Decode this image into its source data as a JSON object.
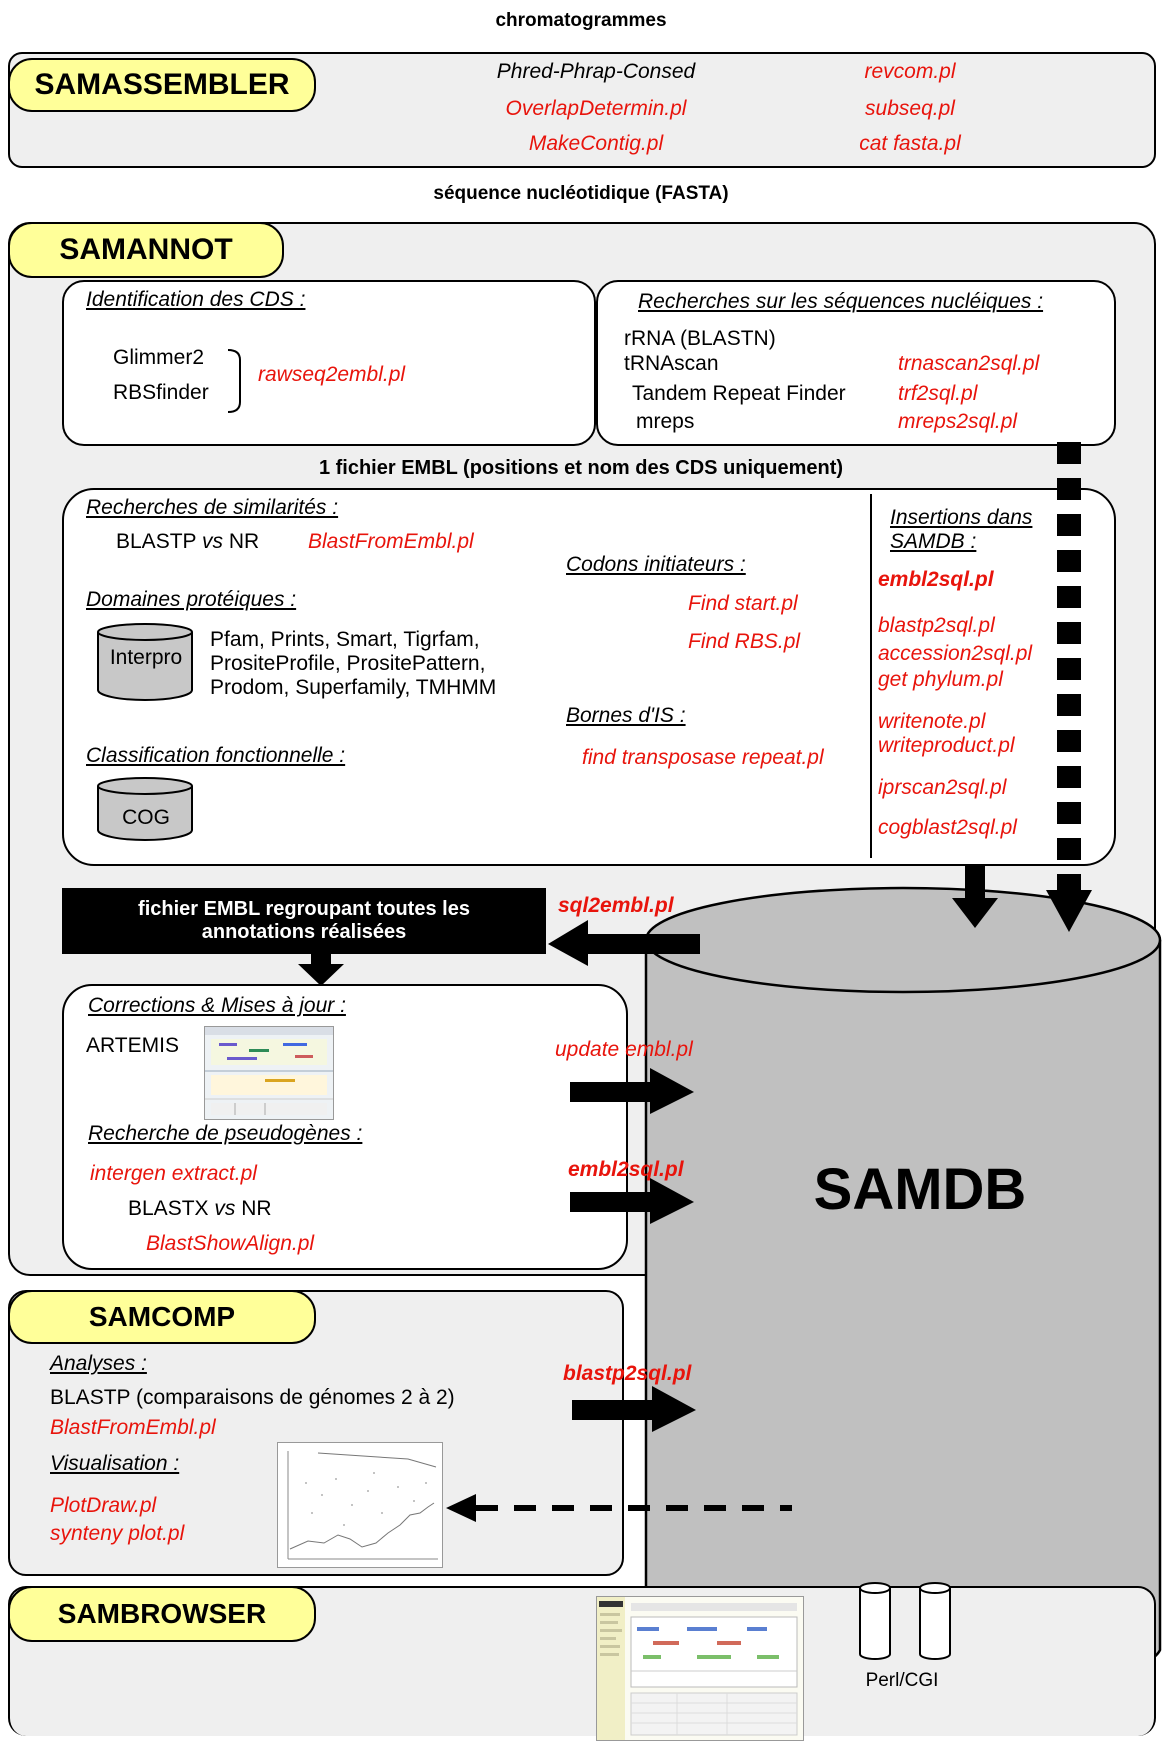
{
  "top_label": "chromatogrammes",
  "samassembler": {
    "title": "SAMASSEMBLER",
    "tools_left": [
      "Phred-Phrap-Consed",
      "OverlapDetermin.pl",
      "MakeContig.pl"
    ],
    "tools_right": [
      "revcom.pl",
      "subseq.pl",
      "cat fasta.pl"
    ]
  },
  "fasta_label": "séquence nucléotidique (FASTA)",
  "samannot": {
    "title": "SAMANNOT",
    "cds": {
      "heading": "Identification des CDS :",
      "tools": [
        "Glimmer2",
        "RBSfinder"
      ],
      "script": "rawseq2embl.pl"
    },
    "nucl": {
      "heading": "Recherches sur les séquences nucléiques :",
      "rows": [
        {
          "tool": "rRNA (BLASTN)",
          "script": ""
        },
        {
          "tool": "tRNAscan",
          "script": "trnascan2sql.pl"
        },
        {
          "tool": "Tandem Repeat Finder",
          "script": "trf2sql.pl"
        },
        {
          "tool": "mreps",
          "script": "mreps2sql.pl"
        }
      ]
    },
    "embl_label": "1 fichier EMBL (positions et nom des CDS uniquement)",
    "sim": {
      "heading": "Recherches de similarités :",
      "blastp_a": "BLASTP ",
      "blastp_vs": "vs",
      "blastp_b": " NR",
      "blastp_script": "BlastFromEmbl.pl",
      "domains_heading": "Domaines protéiques :",
      "interpro": "Interpro",
      "domains_list": [
        "Pfam, Prints, Smart, Tigrfam,",
        "PrositeProfile, PrositePattern,",
        "Prodom, Superfamily, TMHMM"
      ],
      "class_heading": "Classification fonctionnelle :",
      "cog": "COG",
      "codons_heading": "Codons initiateurs :",
      "codons_scripts": [
        "Find start.pl",
        "Find RBS.pl"
      ],
      "is_heading": "Bornes d'IS :",
      "is_script": "find transposase repeat.pl",
      "insert_heading": [
        "Insertions dans",
        "SAMDB :"
      ],
      "insert_scripts": [
        "embl2sql.pl",
        "blastp2sql.pl",
        "accession2sql.pl",
        "get phylum.pl",
        "writenote.pl",
        "writeproduct.pl",
        "iprscan2sql.pl",
        "cogblast2sql.pl"
      ]
    },
    "black_box": [
      "fichier EMBL regroupant toutes les",
      "annotations réalisées"
    ],
    "sql2embl": "sql2embl.pl",
    "corr": {
      "heading": "Corrections & Mises à jour :",
      "artemis": "ARTEMIS",
      "update_script": "update embl.pl",
      "pseudo_heading": "Recherche de pseudogènes :",
      "intergen": "intergen extract.pl",
      "blastx_a": "BLASTX ",
      "blastx_vs": "vs",
      "blastx_b": " NR",
      "showalign": "BlastShowAlign.pl",
      "embl2sql": "embl2sql.pl"
    }
  },
  "samdb": "SAMDB",
  "samcomp": {
    "title": "SAMCOMP",
    "analyses_heading": "Analyses :",
    "blastp_text": "BLASTP (comparaisons de génomes 2 à 2)",
    "blast_script": "BlastFromEmbl.pl",
    "blastp2sql": "blastp2sql.pl",
    "visu_heading": "Visualisation :",
    "visu_scripts": [
      "PlotDraw.pl",
      "synteny plot.pl"
    ]
  },
  "sambrowser": {
    "title": "SAMBROWSER",
    "perlcgi": "Perl/CGI"
  }
}
